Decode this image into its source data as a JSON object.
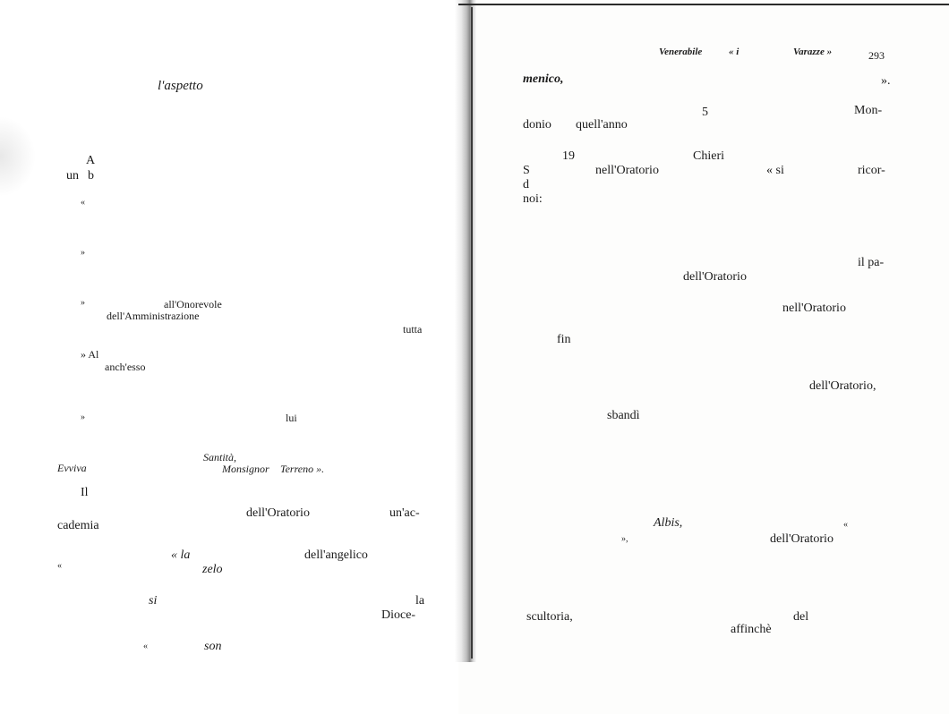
{
  "header": {
    "running_title_1": "Venerabile",
    "running_title_2": "« i",
    "running_title_3": "Varazze »",
    "page_number": "293"
  },
  "left_page": {
    "words": [
      "l'aspetto",
      "A",
      "un",
      "b",
      "«",
      "»",
      "»",
      "all'Onorevole",
      "dell'Amministrazione",
      "tutta",
      "» Al",
      "anch'esso",
      "»",
      "lui",
      "Santità,",
      "Evviva",
      "Monsignor",
      "Terreno ».",
      "Il",
      "dell'Oratorio",
      "un'ac-",
      "cademia",
      "« la",
      "dell'angelico",
      "«",
      "zelo",
      "si",
      "la",
      "Dioce-",
      "«",
      "son"
    ]
  },
  "right_page": {
    "words": [
      "menico,",
      "».",
      "5",
      "Mon-",
      "donio",
      "quell'anno",
      "19",
      "Chieri",
      "S",
      "nell'Oratorio",
      "« si",
      "ricor-",
      "d",
      "noi:",
      "il pa-",
      "dell'Oratorio",
      "nell'Oratorio",
      "fin",
      "dell'Oratorio,",
      "sbandì",
      "Albis,",
      "«",
      "»,",
      "dell'Oratorio",
      "scultoria,",
      "del",
      "affinchè"
    ]
  }
}
